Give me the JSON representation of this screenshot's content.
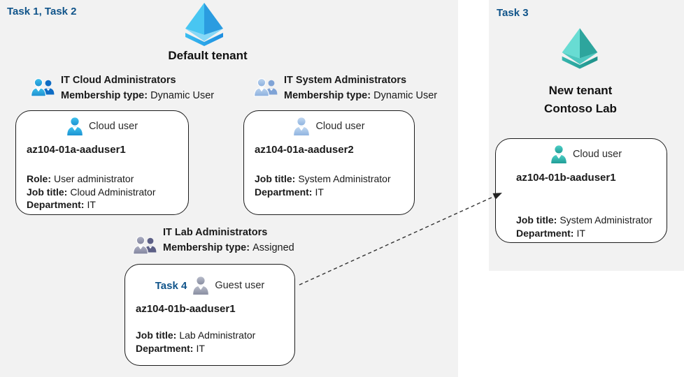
{
  "colors": {
    "canvas_background": "#f2f2f2",
    "task_label_blue": "#10548a",
    "card_border": "#1c1c1c",
    "arrow": "#333333",
    "azure_tenant_blue": "#2b9ce0",
    "azure_tenant_teal": "#2da59d"
  },
  "main": {
    "task_label": "Task 1, Task 2",
    "tenant": {
      "title": "Default tenant",
      "icon": "azure-ad-tenant-icon-blue"
    },
    "groups": [
      {
        "name": "IT Cloud Administrators",
        "membership_label": "Membership type:",
        "membership_value": "Dynamic User",
        "icon": "group-users-icon-blue"
      },
      {
        "name": "IT System Administrators",
        "membership_label": "Membership type:",
        "membership_value": "Dynamic User",
        "icon": "group-users-icon-lightblue"
      },
      {
        "name": "IT Lab Administrators",
        "membership_label": "Membership type:",
        "membership_value": "Assigned",
        "icon": "group-users-icon-gray"
      }
    ],
    "cards": [
      {
        "user_type": "Cloud user",
        "username": "az104-01a-aaduser1",
        "icon": "cloud-user-icon-blue",
        "details": [
          {
            "label": "Role:",
            "value": "User administrator"
          },
          {
            "label": "Job title:",
            "value": "Cloud Administrator"
          },
          {
            "label": "Department:",
            "value": "IT"
          }
        ]
      },
      {
        "user_type": "Cloud user",
        "username": "az104-01a-aaduser2",
        "icon": "cloud-user-icon-lightblue",
        "details": [
          {
            "label": "Job title:",
            "value": "System Administrator"
          },
          {
            "label": "Department:",
            "value": "IT"
          }
        ]
      },
      {
        "task_label": "Task 4",
        "user_type": "Guest user",
        "username": "az104-01b-aaduser1",
        "icon": "guest-user-icon-gray",
        "details": [
          {
            "label": "Job title:",
            "value": "Lab Administrator"
          },
          {
            "label": "Department:",
            "value": "IT"
          }
        ]
      }
    ]
  },
  "right_panel": {
    "task_label": "Task 3",
    "tenant": {
      "title_line1": "New tenant",
      "title_line2": "Contoso Lab",
      "icon": "azure-ad-tenant-icon-teal"
    },
    "card": {
      "user_type": "Cloud user",
      "username": "az104-01b-aaduser1",
      "icon": "cloud-user-icon-teal",
      "details": [
        {
          "label": "Job title:",
          "value": "System Administrator"
        },
        {
          "label": "Department:",
          "value": "IT"
        }
      ]
    }
  },
  "arrow": {
    "meaning": "guest user invited from default tenant to new tenant",
    "style": "dashed"
  }
}
